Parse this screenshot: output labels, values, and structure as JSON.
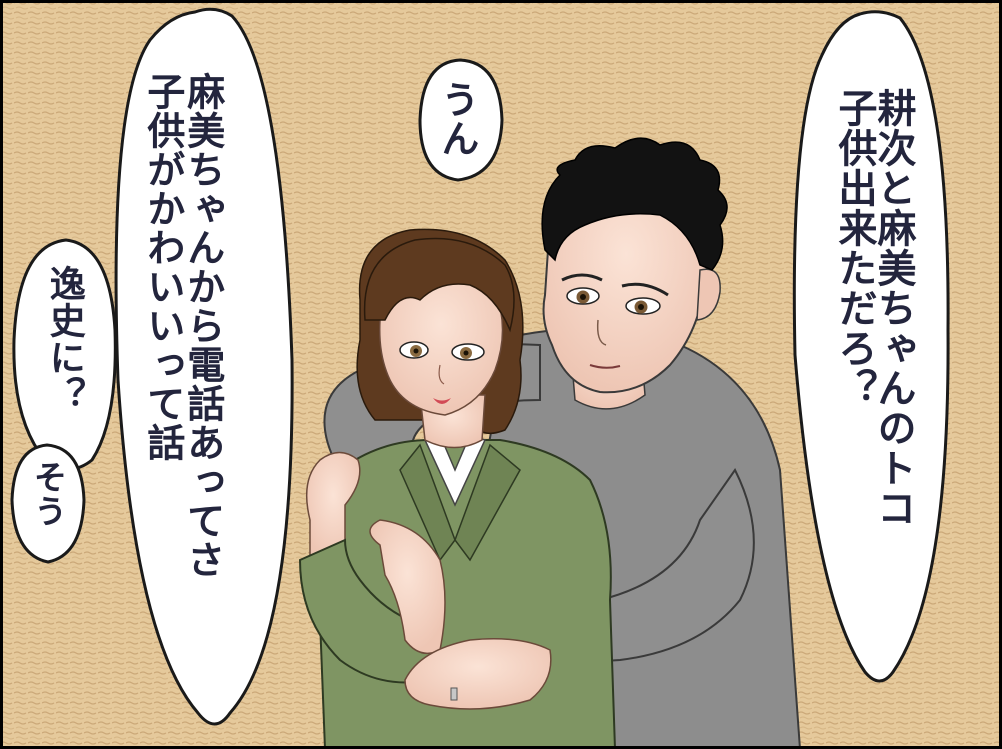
{
  "bubbles": {
    "right": "耕次と麻美ちゃんのトコ\n子供出来ただろ？",
    "left": "麻美ちゃんから電話あってさ\n子供がかわいいって話",
    "un": "うん",
    "itsushi": "逸史に？",
    "sou": "そう"
  },
  "colors": {
    "wall": "#e5c99b",
    "text": "#23253d",
    "woman_jacket": "#7f9563",
    "man_jacket": "#8d8d8d",
    "woman_hair": "#5e3a1f",
    "man_hair": "#121212"
  }
}
